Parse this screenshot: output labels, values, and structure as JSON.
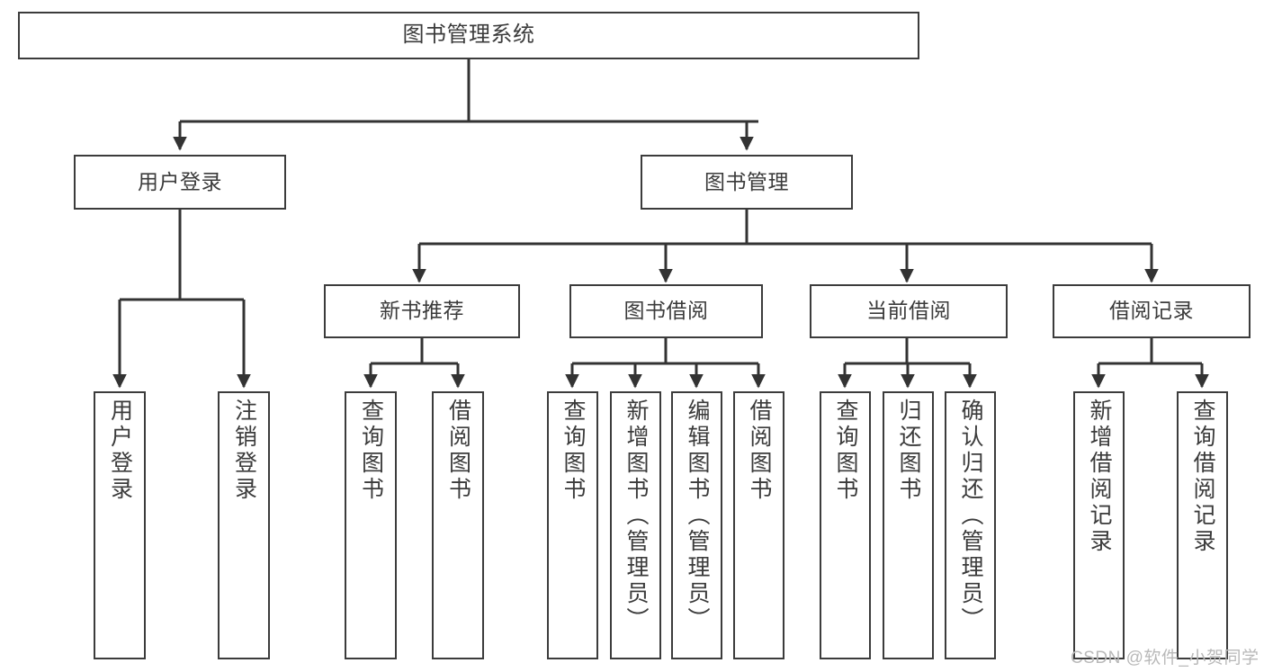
{
  "diagram": {
    "title": "图书管理系统",
    "type": "hierarchy-tree",
    "orientation": "top-down",
    "colors": {
      "box_border": "#3c3c3c",
      "box_fill": "#ffffff",
      "edge": "#333333",
      "text": "#3b3b3b",
      "watermark": "#b9b9b9",
      "background": "#ffffff"
    }
  },
  "nodes": {
    "root": {
      "id": "root",
      "label": "图书管理系统",
      "level": 0,
      "text_direction": "horizontal"
    },
    "level1": [
      {
        "id": "user-login",
        "label": "用户登录",
        "level": 1,
        "text_direction": "horizontal"
      },
      {
        "id": "book-management",
        "label": "图书管理",
        "level": 1,
        "text_direction": "horizontal"
      }
    ],
    "level2": [
      {
        "id": "new-book-recommend",
        "label": "新书推荐",
        "level": 2,
        "parent": "book-management",
        "text_direction": "horizontal"
      },
      {
        "id": "book-borrow",
        "label": "图书借阅",
        "level": 2,
        "parent": "book-management",
        "text_direction": "horizontal"
      },
      {
        "id": "current-borrow",
        "label": "当前借阅",
        "level": 2,
        "parent": "book-management",
        "text_direction": "horizontal"
      },
      {
        "id": "borrow-record",
        "label": "借阅记录",
        "level": 2,
        "parent": "book-management",
        "text_direction": "horizontal"
      }
    ],
    "leaves": [
      {
        "id": "leaf-user-login",
        "label": "用户登录",
        "parent": "user-login",
        "text_direction": "vertical"
      },
      {
        "id": "leaf-logout-login",
        "label": "注销登录",
        "parent": "user-login",
        "text_direction": "vertical"
      },
      {
        "id": "leaf-query-book-1",
        "label": "查询图书",
        "parent": "new-book-recommend",
        "text_direction": "vertical"
      },
      {
        "id": "leaf-borrow-book-1",
        "label": "借阅图书",
        "parent": "new-book-recommend",
        "text_direction": "vertical"
      },
      {
        "id": "leaf-query-book-2",
        "label": "查询图书",
        "parent": "book-borrow",
        "text_direction": "vertical"
      },
      {
        "id": "leaf-add-book-admin",
        "label": "新增图书（管理员）",
        "parent": "book-borrow",
        "text_direction": "vertical"
      },
      {
        "id": "leaf-edit-book-admin",
        "label": "编辑图书（管理员）",
        "parent": "book-borrow",
        "text_direction": "vertical"
      },
      {
        "id": "leaf-borrow-book-2",
        "label": "借阅图书",
        "parent": "book-borrow",
        "text_direction": "vertical"
      },
      {
        "id": "leaf-query-book-3",
        "label": "查询图书",
        "parent": "current-borrow",
        "text_direction": "vertical"
      },
      {
        "id": "leaf-return-book",
        "label": "归还图书",
        "parent": "current-borrow",
        "text_direction": "vertical"
      },
      {
        "id": "leaf-confirm-return-admin",
        "label": "确认归还（管理员）",
        "parent": "current-borrow",
        "text_direction": "vertical"
      },
      {
        "id": "leaf-add-borrow-record",
        "label": "新增借阅记录",
        "parent": "borrow-record",
        "text_direction": "vertical"
      },
      {
        "id": "leaf-query-borrow-record",
        "label": "查询借阅记录",
        "parent": "borrow-record",
        "text_direction": "vertical"
      }
    ]
  },
  "watermark": {
    "text": "CSDN @软件_小贺同学"
  }
}
